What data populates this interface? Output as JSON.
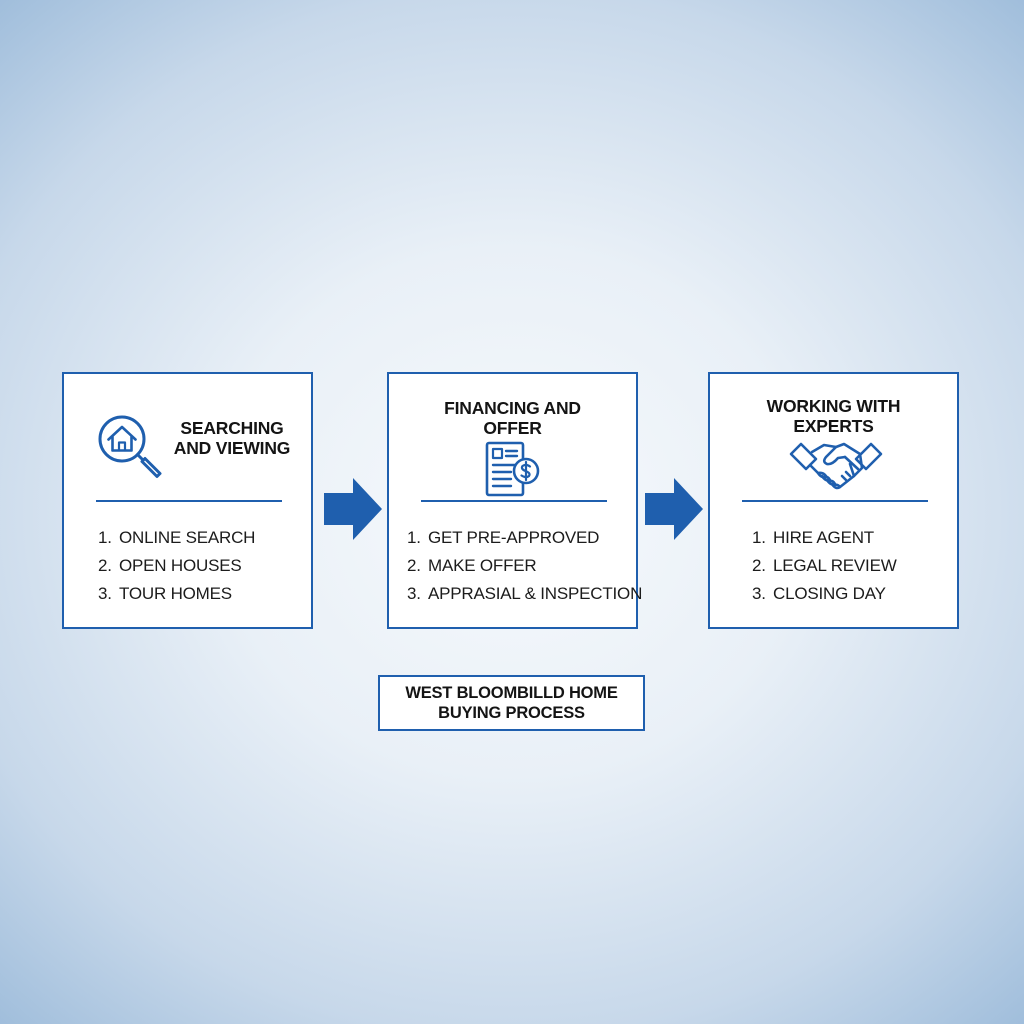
{
  "colors": {
    "accent": "#1f5fae",
    "text": "#141414",
    "box_background": "#ffffff"
  },
  "steps": [
    {
      "title_lines": [
        "SEARCHING",
        "AND VIEWING"
      ],
      "icon": "house-search-icon",
      "items": [
        {
          "num": "1.",
          "text": "ONLINE SEARCH"
        },
        {
          "num": "2.",
          "text": "OPEN HOUSES"
        },
        {
          "num": "3.",
          "text": "TOUR HOMES"
        }
      ]
    },
    {
      "title_lines": [
        "FINANCING AND",
        "OFFER"
      ],
      "icon": "document-dollar-icon",
      "items": [
        {
          "num": "1.",
          "text": "GET PRE-APPROVED"
        },
        {
          "num": "2.",
          "text": "MAKE OFFER"
        },
        {
          "num": "3.",
          "text": "APPRASIAL & INSPECTION"
        }
      ]
    },
    {
      "title_lines": [
        "WORKING WITH",
        "EXPERTS"
      ],
      "icon": "handshake-icon",
      "items": [
        {
          "num": "1.",
          "text": "HIRE AGENT"
        },
        {
          "num": "2.",
          "text": "LEGAL REVIEW"
        },
        {
          "num": "3.",
          "text": "CLOSING DAY"
        }
      ]
    }
  ],
  "arrows": [
    "arrow-right-icon",
    "arrow-right-icon"
  ],
  "caption": {
    "lines": [
      "WEST BLOOMBILLD HOME",
      "BUYING PROCESS"
    ]
  }
}
